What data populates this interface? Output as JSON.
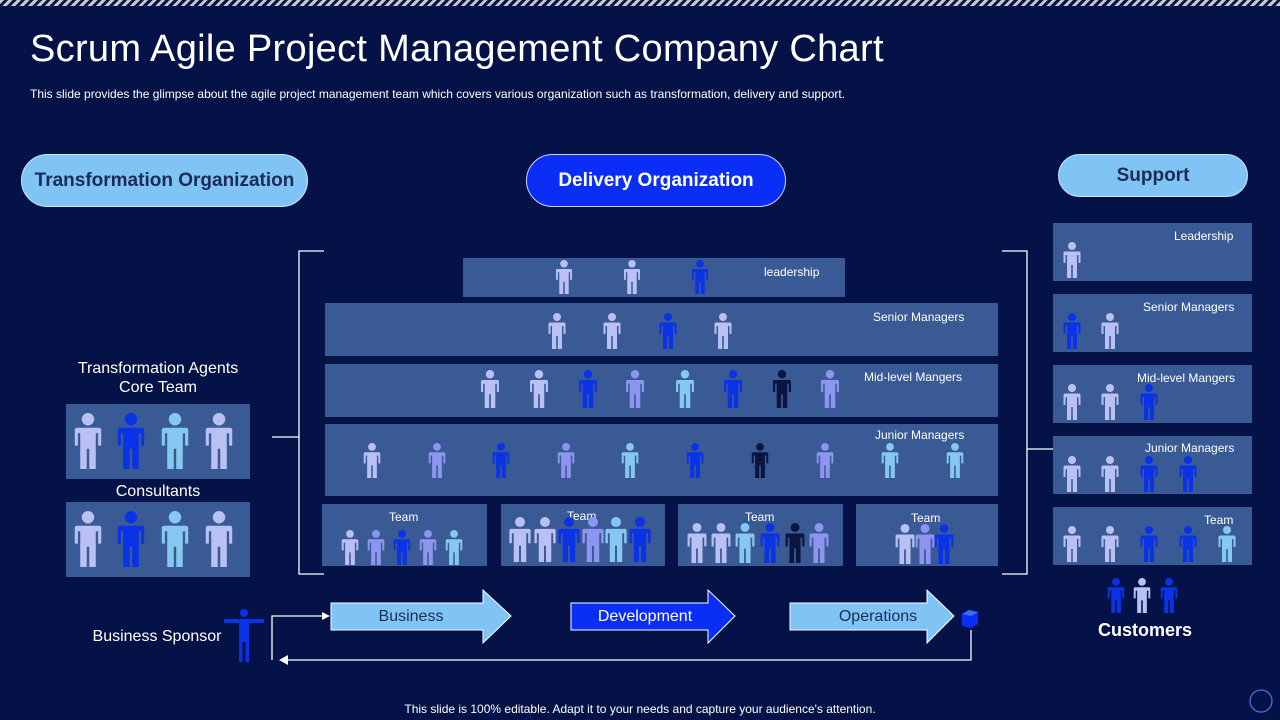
{
  "slide": {
    "title": "Scrum Agile Project Management Company Chart",
    "subtitle": "This slide provides  the glimpse about the agile project management team which covers various organization such as transformation,  delivery  and support.",
    "footer": "This slide is 100% editable. Adapt it to your needs and capture your audience's attention."
  },
  "orgs": {
    "transformation": "Transformation Organization",
    "delivery": "Delivery Organization",
    "support": "Support"
  },
  "transformation": {
    "agents_label": "Transformation Agents Core Team",
    "consultants_label": "Consultants",
    "sponsor_label": "Business Sponsor"
  },
  "delivery": {
    "levels": [
      {
        "label": "leadership"
      },
      {
        "label": "Senior Managers"
      },
      {
        "label": "Mid-level  Mangers"
      },
      {
        "label": "Junior Managers"
      }
    ],
    "teams": [
      {
        "label": "Team"
      },
      {
        "label": "Team"
      },
      {
        "label": "Team"
      },
      {
        "label": "Team"
      }
    ]
  },
  "support": {
    "levels": [
      {
        "label": "Leadership"
      },
      {
        "label": "Senior Managers"
      },
      {
        "label": "Mid-level Mangers"
      },
      {
        "label": "Junior Managers"
      },
      {
        "label": "Team"
      }
    ],
    "customers_label": "Customers"
  },
  "flow": {
    "steps": [
      "Business",
      "Development",
      "Operations"
    ]
  },
  "colors": {
    "background": "#051247",
    "box": "#3a5a95",
    "pill_light": "#7fc4f5",
    "pill_blue": "#0a2ef5",
    "person_light": "#b9c0f3",
    "person_mid": "#8d95ee",
    "person_blue": "#0a32e6",
    "person_cyan": "#86c8f0",
    "person_dark": "#0b1640"
  }
}
